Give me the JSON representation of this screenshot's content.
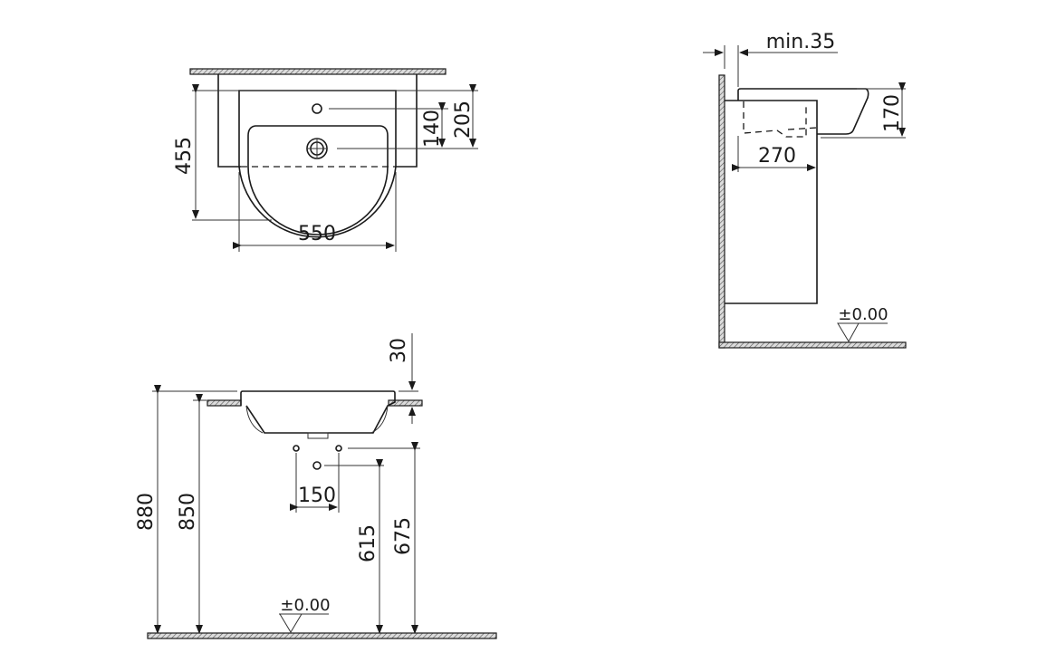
{
  "drawing": {
    "top_view": {
      "width": "550",
      "depth": "455",
      "tap_hole_offset": "205",
      "drain_offset": "140"
    },
    "side_view": {
      "wall_clearance": "min.35",
      "height": "170",
      "depth": "270",
      "floor_level": "±0.00"
    },
    "front_view": {
      "rim_height": "880",
      "counter_height": "850",
      "above_counter": "30",
      "waste_spacing": "150",
      "waste_height": "615",
      "supply_height": "675",
      "floor_level": "±0.00"
    }
  }
}
